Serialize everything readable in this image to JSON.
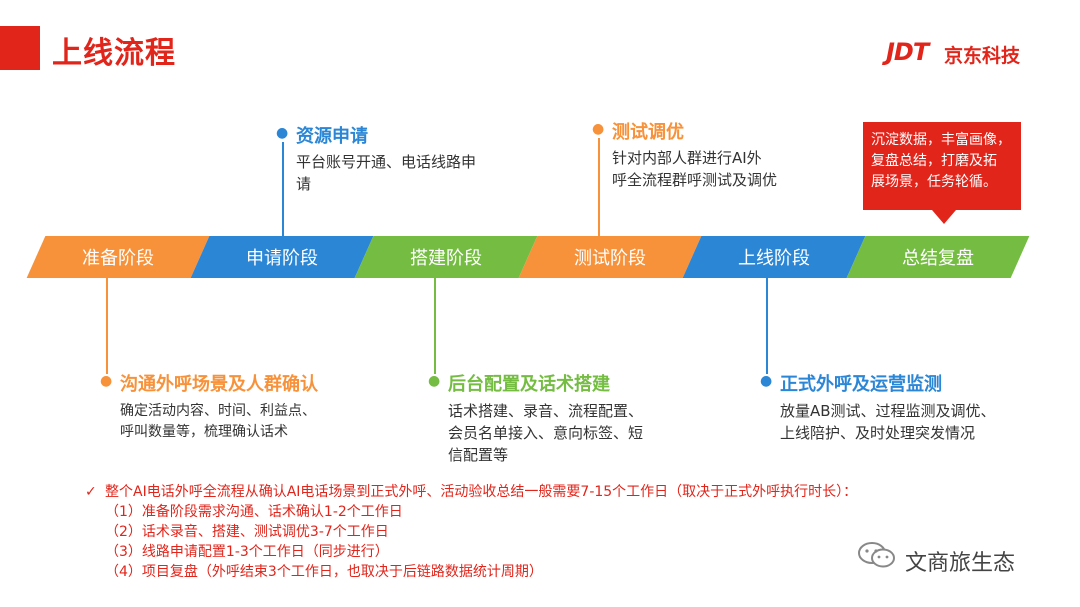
{
  "header": {
    "title": "上线流程",
    "logo_mark": "JDT",
    "logo_text": "京东科技"
  },
  "stages": [
    {
      "label": "准备阶段",
      "color": "#f7923a"
    },
    {
      "label": "申请阶段",
      "color": "#2b86d6"
    },
    {
      "label": "搭建阶段",
      "color": "#74bd42"
    },
    {
      "label": "测试阶段",
      "color": "#f7923a"
    },
    {
      "label": "上线阶段",
      "color": "#2b86d6"
    },
    {
      "label": "总结复盘",
      "color": "#74bd42"
    }
  ],
  "steps": {
    "apply": {
      "title": "资源申请",
      "desc1": "平台账号开通、电话线路申",
      "desc2": "请"
    },
    "test": {
      "title": "测试调优",
      "desc1": "针对内部人群进行AI外",
      "desc2": "呼全流程群呼测试及调优"
    },
    "prepare": {
      "title": "沟通外呼场景及人群确认",
      "desc1": "确定活动内容、时间、利益点、",
      "desc2": "呼叫数量等，梳理确认话术"
    },
    "build": {
      "title": "后台配置及话术搭建",
      "desc1": "话术搭建、录音、流程配置、",
      "desc2": "会员名单接入、意向标签、短",
      "desc3": "信配置等"
    },
    "launch": {
      "title": "正式外呼及运营监测",
      "desc1": "放量AB测试、过程监测及调优、",
      "desc2": "上线陪护、及时处理突发情况"
    }
  },
  "callout": {
    "line1": "沉淀数据，丰富画像，",
    "line2": "复盘总结，打磨及拓",
    "line3": "展场景，任务轮循。"
  },
  "notes": {
    "check": "✓",
    "summary": "整个AI电话外呼全流程从确认AI电话场景到正式外呼、活动验收总结一般需要7-15个工作日（取决于正式外呼执行时长）：",
    "items": [
      "（1）准备阶段需求沟通、话术确认1-2个工作日",
      "（2）话术录音、搭建、测试调优3-7个工作日",
      "（3）线路申请配置1-3个工作日（同步进行）",
      "（4）项目复盘（外呼结束3个工作日，也取决于后链路数据统计周期）"
    ]
  },
  "watermark": {
    "text": "文商旅生态",
    "icon": "wechat-icon"
  }
}
